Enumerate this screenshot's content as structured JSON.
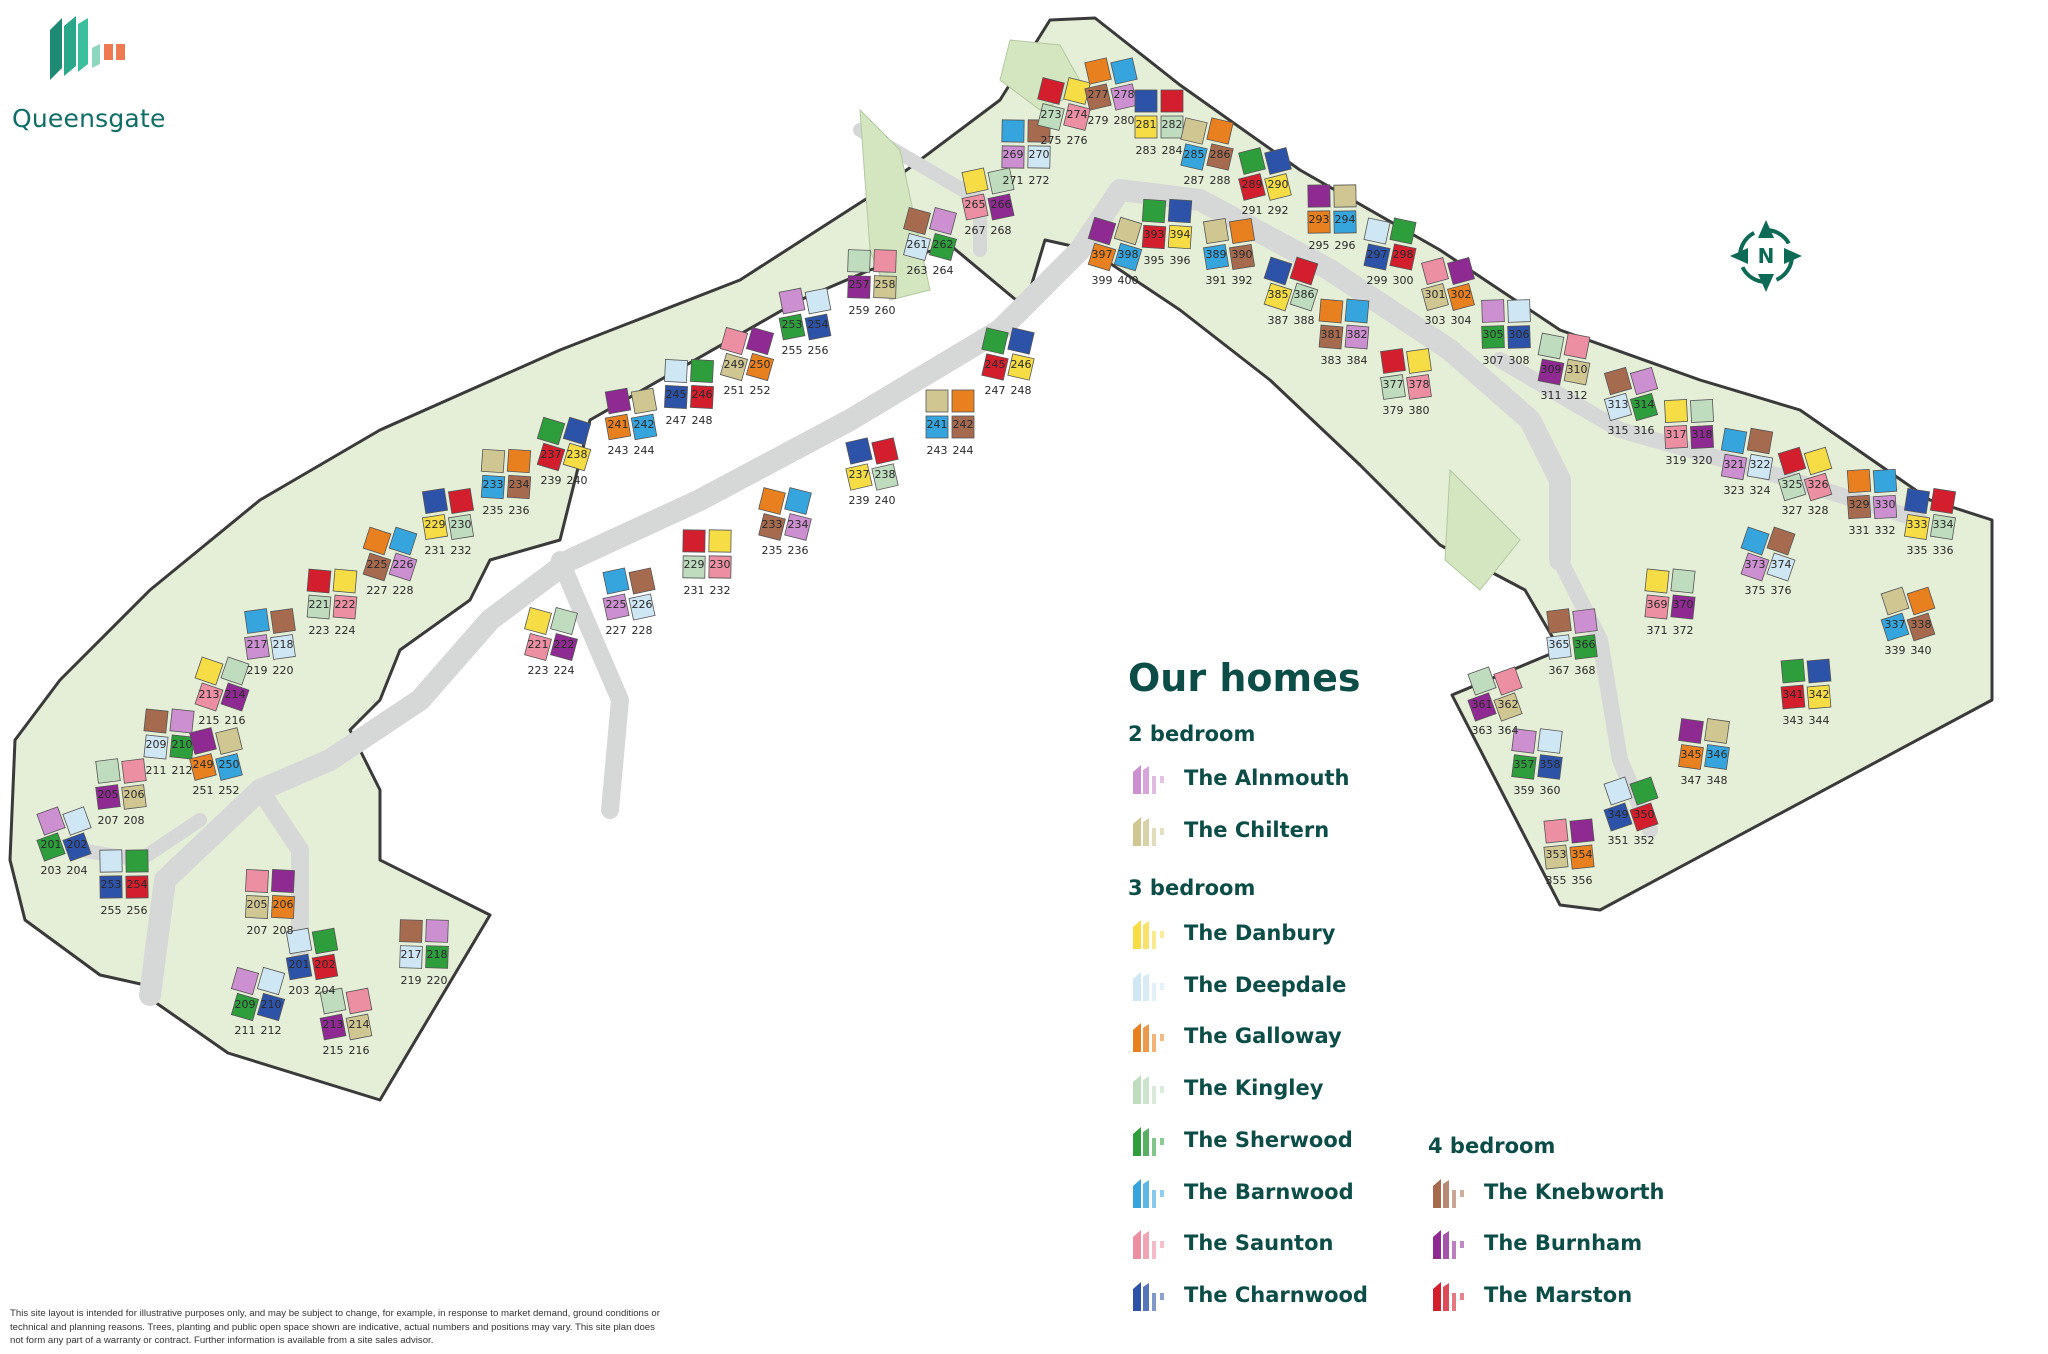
{
  "brand": {
    "name": "Queensgate",
    "colors": {
      "primary": "#0d4d48",
      "logo_green": "#2aa889",
      "logo_orange": "#ef7a52"
    }
  },
  "compass": {
    "label": "N",
    "icon": "north-arrow-icon"
  },
  "legend": {
    "title": "Our homes",
    "groups": [
      {
        "label": "2 bedroom",
        "items": [
          {
            "name": "The Alnmouth",
            "color": "#cc8fcf"
          },
          {
            "name": "The Chiltern",
            "color": "#cfc691"
          }
        ]
      },
      {
        "label": "3 bedroom",
        "items": [
          {
            "name": "The Danbury",
            "color": "#f6dc45"
          },
          {
            "name": "The Deepdale",
            "color": "#cfe6f5"
          },
          {
            "name": "The Galloway",
            "color": "#e9801f"
          },
          {
            "name": "The Kingley",
            "color": "#bfdcbf"
          },
          {
            "name": "The Sherwood",
            "color": "#2e9e3c"
          },
          {
            "name": "The Barnwood",
            "color": "#36a5de"
          },
          {
            "name": "The Saunton",
            "color": "#ec8fa3"
          },
          {
            "name": "The Charnwood",
            "color": "#2d53a8"
          }
        ]
      },
      {
        "label": "4 bedroom",
        "items": [
          {
            "name": "The Knebworth",
            "color": "#a66b4f"
          },
          {
            "name": "The Burnham",
            "color": "#8e2a92"
          },
          {
            "name": "The Marston",
            "color": "#d31f2d"
          }
        ]
      }
    ]
  },
  "plot_numbers": [
    "201",
    "202",
    "203",
    "204",
    "205",
    "206",
    "207",
    "208",
    "209",
    "210",
    "211",
    "212",
    "213",
    "214",
    "215",
    "216",
    "217",
    "218",
    "219",
    "220",
    "221",
    "222",
    "223",
    "224",
    "225",
    "226",
    "227",
    "228",
    "229",
    "230",
    "231",
    "232",
    "233",
    "234",
    "235",
    "236",
    "237",
    "238",
    "239",
    "240",
    "241",
    "242",
    "243",
    "244",
    "245",
    "246",
    "247",
    "248",
    "249",
    "250",
    "251",
    "252",
    "253",
    "254",
    "255",
    "256",
    "257",
    "258",
    "259",
    "260",
    "261",
    "262",
    "263",
    "264",
    "265",
    "266",
    "267",
    "268",
    "269",
    "270",
    "271",
    "272",
    "273",
    "274",
    "275",
    "276",
    "277",
    "278",
    "279",
    "280",
    "281",
    "282",
    "283",
    "284",
    "285",
    "286",
    "287",
    "288",
    "289",
    "290",
    "291",
    "292",
    "293",
    "294",
    "295",
    "296",
    "297",
    "298",
    "299",
    "300",
    "301",
    "302",
    "303",
    "304",
    "305",
    "306",
    "307",
    "308",
    "309",
    "310",
    "311",
    "312",
    "313",
    "314",
    "315",
    "316",
    "317",
    "318",
    "319",
    "320",
    "321",
    "322",
    "323",
    "324",
    "325",
    "326",
    "327",
    "328",
    "329",
    "330",
    "331",
    "332",
    "333",
    "334",
    "335",
    "336",
    "337",
    "338",
    "339",
    "340",
    "341",
    "342",
    "343",
    "344",
    "345",
    "346",
    "347",
    "348",
    "349",
    "350",
    "351",
    "352",
    "353",
    "354",
    "355",
    "356",
    "357",
    "358",
    "359",
    "360",
    "361",
    "362",
    "363",
    "364",
    "365",
    "366",
    "367",
    "368",
    "369",
    "370",
    "371",
    "372",
    "373",
    "374",
    "375",
    "376",
    "377",
    "378",
    "379",
    "380",
    "381",
    "382",
    "383",
    "384",
    "385",
    "386",
    "387",
    "388",
    "389",
    "390",
    "391",
    "392",
    "393",
    "394",
    "395",
    "396",
    "397",
    "398",
    "399",
    "400"
  ],
  "disclaimer": "This site layout is intended for illustrative purposes only, and may be subject to change, for example, in response to market demand, ground conditions or technical and planning reasons. Trees, planting and public open space shown are indicative, actual numbers and positions may vary. This site plan does not form any part of a warranty or contract. Further information is available from a site sales advisor."
}
